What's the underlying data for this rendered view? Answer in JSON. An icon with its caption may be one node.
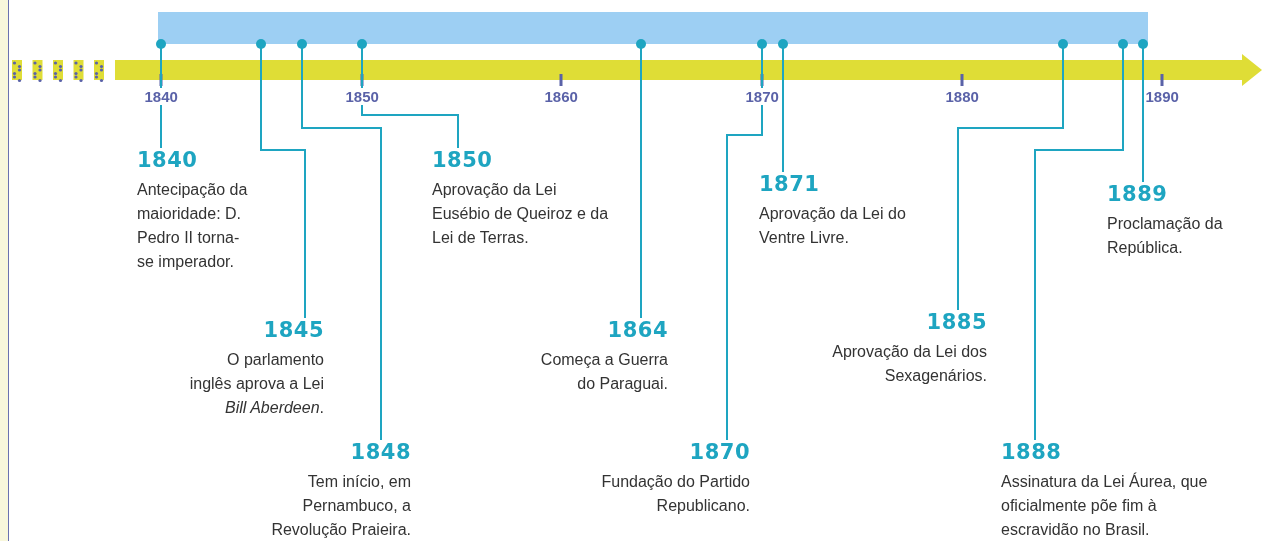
{
  "diagram": {
    "nodes": [
      {
        "text": [],
        "shape": "bar"
      },
      {
        "text": [
          "1840",
          "Antecipação da maioridade: D. Pedro II torna-se imperador."
        ]
      },
      {
        "text": [
          "1845",
          "O parlamento inglês aprova a Lei *Bill Aberdeen*."
        ]
      },
      {
        "text": [
          "1848",
          "Tem início, em Pernambuco, a Revolução Praieira."
        ]
      },
      {
        "text": [
          "1850",
          "Aprovação da Lei Eusébio de Queiroz e da Lei de Terras."
        ]
      },
      {
        "text": [
          "1864",
          "Começa a Guerra do Paraguai."
        ]
      },
      {
        "text": [
          "1870",
          "Fundação do Partido Republicano."
        ]
      },
      {
        "text": [
          "1871",
          "Aprovação da Lei do Ventre Livre."
        ]
      },
      {
        "text": [
          "1885",
          "Aprovação da Lei dos Sexagenários."
        ]
      },
      {
        "text": [
          "1888",
          "Assinatura da Lei Áurea, que oficialmente põe fim à escravidão no Brasil."
        ]
      },
      {
        "text": [
          "1889",
          "Proclamação da República."
        ]
      }
    ],
    "edges": [
      {
        "from": 0,
        "to": 1,
        "arrow": "other"
      },
      {
        "from": 0,
        "to": 2,
        "arrow": "other"
      },
      {
        "from": 0,
        "to": 3,
        "arrow": "other"
      },
      {
        "from": 0,
        "to": 4,
        "arrow": "other"
      },
      {
        "from": 0,
        "to": 5,
        "arrow": "other"
      },
      {
        "from": 0,
        "to": 6,
        "arrow": "other"
      },
      {
        "from": 0,
        "to": 7,
        "arrow": "other"
      },
      {
        "from": 0,
        "to": 8,
        "arrow": "other"
      },
      {
        "from": 0,
        "to": 9,
        "arrow": "other"
      },
      {
        "from": 0,
        "to": 10,
        "arrow": "other"
      }
    ],
    "labels": [
      "1840",
      "1850",
      "1860",
      "1870",
      "1880",
      "1890"
    ]
  }
}
